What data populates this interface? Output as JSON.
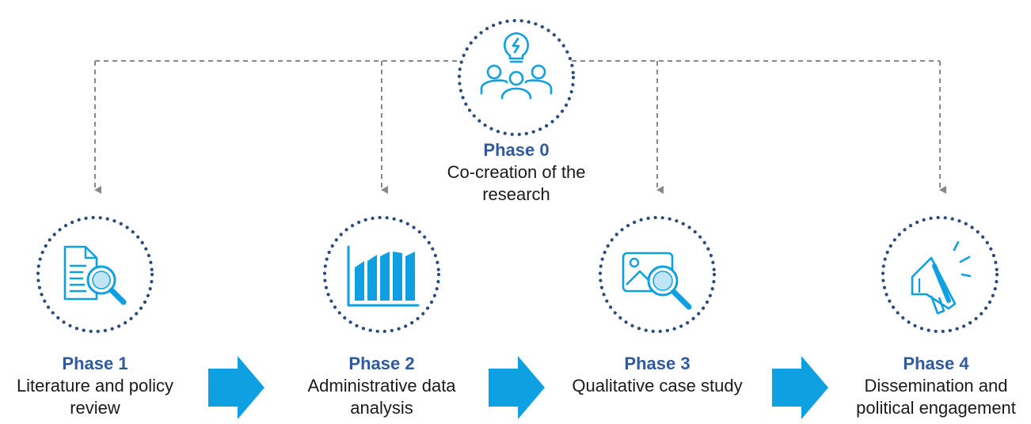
{
  "diagram": {
    "phase0": {
      "title": "Phase 0",
      "desc_line1": "Co-creation of the",
      "desc_line2": "research",
      "icon": "team-idea-icon"
    },
    "phase1": {
      "title": "Phase 1",
      "desc_line1": "Literature and policy",
      "desc_line2": "review",
      "icon": "document-search-icon"
    },
    "phase2": {
      "title": "Phase 2",
      "desc_line1": "Administrative data",
      "desc_line2": "analysis",
      "icon": "bar-chart-icon"
    },
    "phase3": {
      "title": "Phase 3",
      "desc_line1": "Qualitative case study",
      "desc_line2": "",
      "icon": "image-search-icon"
    },
    "phase4": {
      "title": "Phase 4",
      "desc_line1": "Dissemination and",
      "desc_line2": "political engagement",
      "icon": "megaphone-icon"
    }
  },
  "colors": {
    "accent_blue": "#0ea0e0",
    "dots_navy": "#2c4a7a",
    "title_blue": "#2f5a9e",
    "connector_gray": "#888888",
    "text": "#1a1a1a"
  }
}
